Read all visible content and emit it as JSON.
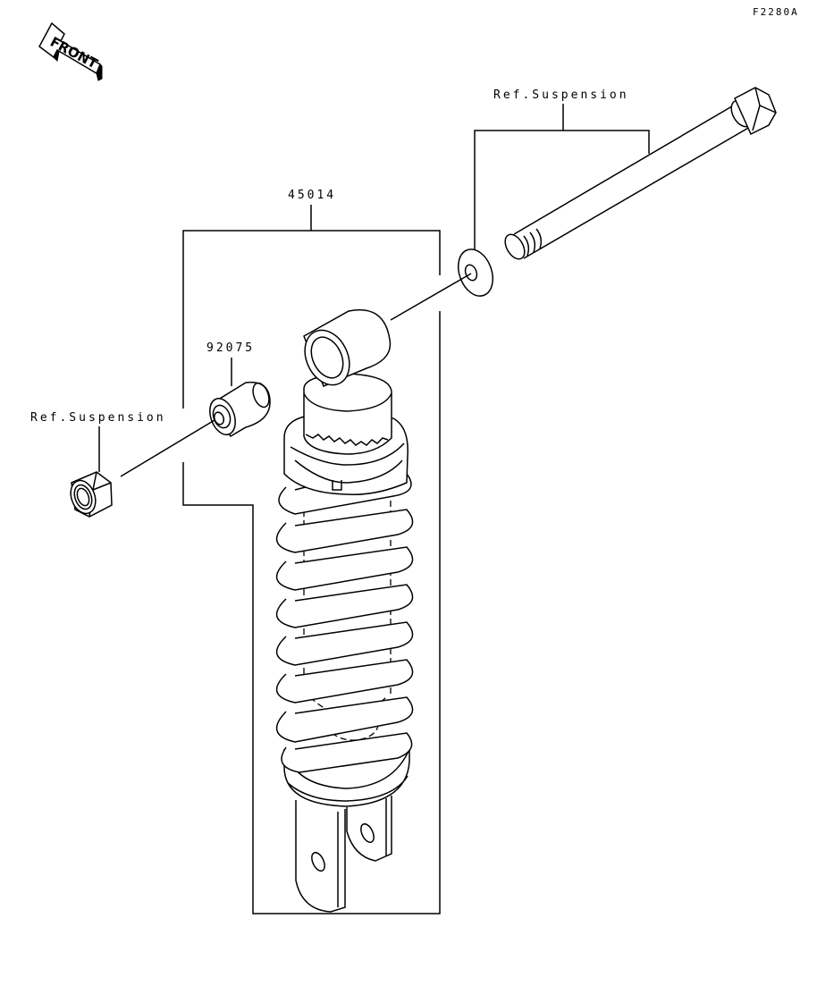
{
  "diagram": {
    "figure_code": "F2280A",
    "orientation_arrow": {
      "label": "FRONT",
      "icon": "front-arrow-icon"
    },
    "callouts": [
      {
        "id": "ref-suspension-bolt-washer",
        "text": "Ref.Suspension",
        "refers_to": [
          "mounting bolt",
          "washer"
        ]
      },
      {
        "id": "part-45014",
        "text": "45014",
        "refers_to": [
          "shock absorber assembly"
        ]
      },
      {
        "id": "part-92075",
        "text": "92075",
        "refers_to": [
          "bushing"
        ]
      },
      {
        "id": "ref-suspension-nut",
        "text": "Ref.Suspension",
        "refers_to": [
          "lock nut"
        ]
      }
    ],
    "parts": [
      {
        "name": "mounting-bolt",
        "callout": "Ref.Suspension"
      },
      {
        "name": "washer",
        "callout": "Ref.Suspension"
      },
      {
        "name": "shock-absorber",
        "callout": "45014"
      },
      {
        "name": "upper-bushing",
        "callout": "45014"
      },
      {
        "name": "lower-bushing",
        "callout": "92075"
      },
      {
        "name": "lock-nut",
        "callout": "Ref.Suspension"
      }
    ]
  }
}
